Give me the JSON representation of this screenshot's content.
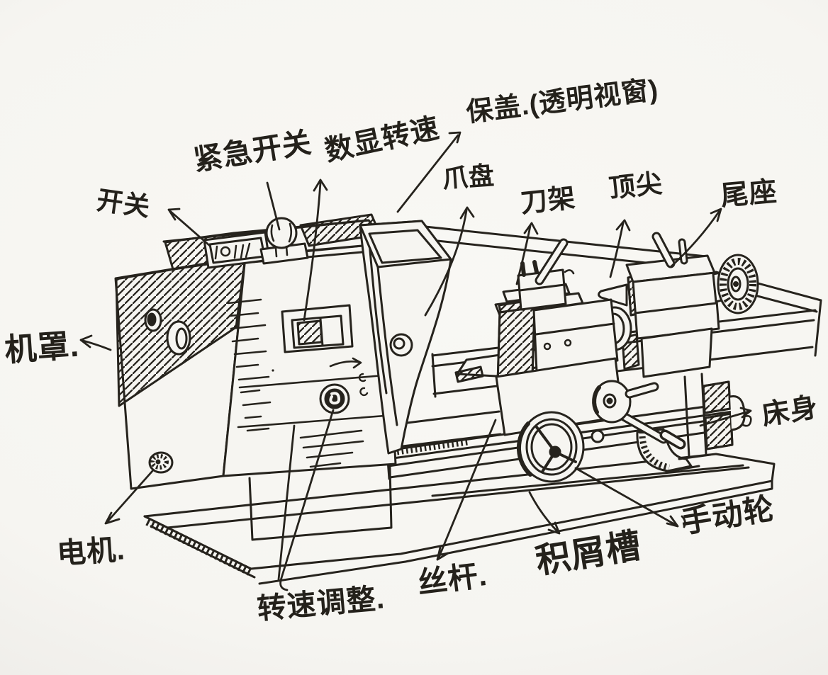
{
  "figure": {
    "kind": "hand-drawn ink sketch of a benchtop metal lathe, three-quarter view",
    "paper_color": "#f6f5f1",
    "ink_color": "#26231d"
  },
  "labels": {
    "switch": "开关",
    "emergency_switch": "紧急开关",
    "digital_speed_display": "数显转速",
    "protective_cover": "保盖.(透明视窗)",
    "chuck": "爪盘",
    "tool_post": "刀架",
    "center_tip": "顶尖",
    "tailstock": "尾座",
    "machine_hood": "机罩.",
    "bed": "床身",
    "motor": "电机.",
    "speed_adjustment": "转速调整.",
    "lead_screw": "丝杆.",
    "chip_tray": "积屑槽",
    "hand_wheel": "手动轮"
  }
}
